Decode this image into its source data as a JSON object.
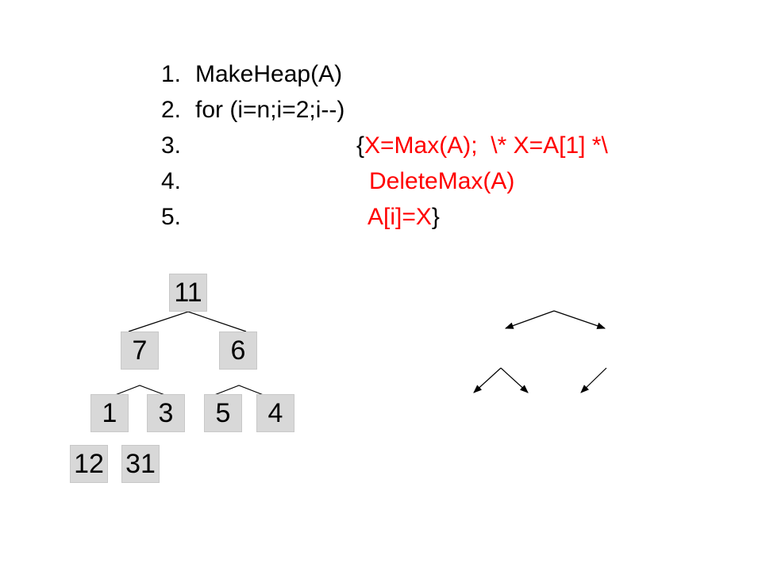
{
  "code": [
    {
      "num": "1.",
      "text": "MakeHeap(A)"
    },
    {
      "num": "2.",
      "text": "for (i=n;i=2;i--)"
    },
    {
      "num": "3.",
      "prefix": "{",
      "red": "X=Max(A);  \\* X=A[1] *\\"
    },
    {
      "num": "4.",
      "red": "DeleteMax(A)"
    },
    {
      "num": "5.",
      "red": "A[i]=X",
      "suffix": "}"
    }
  ],
  "heap": {
    "root": "11",
    "level1": [
      "7",
      "6"
    ],
    "level2": [
      "1",
      "3",
      "5",
      "4"
    ],
    "extra": [
      "12",
      "31"
    ]
  },
  "colors": {
    "highlight": "#ff0000",
    "node_fill": "#d8d8d8"
  }
}
